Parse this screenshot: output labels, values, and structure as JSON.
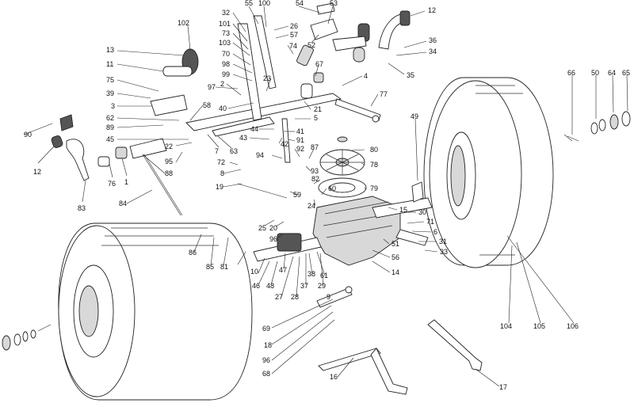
{
  "diagram": {
    "labels": [
      {
        "id": "102",
        "text": "102"
      },
      {
        "id": "13",
        "text": "13"
      },
      {
        "id": "11",
        "text": "11"
      },
      {
        "id": "75",
        "text": "75"
      },
      {
        "id": "39",
        "text": "39"
      },
      {
        "id": "3",
        "text": "3"
      },
      {
        "id": "62",
        "text": "62"
      },
      {
        "id": "89",
        "text": "89"
      },
      {
        "id": "45",
        "text": "45"
      },
      {
        "id": "90",
        "text": "90"
      },
      {
        "id": "12a",
        "text": "12"
      },
      {
        "id": "83",
        "text": "83"
      },
      {
        "id": "76",
        "text": "76"
      },
      {
        "id": "1",
        "text": "1"
      },
      {
        "id": "88",
        "text": "88"
      },
      {
        "id": "84",
        "text": "84"
      },
      {
        "id": "22",
        "text": "22"
      },
      {
        "id": "95",
        "text": "95"
      },
      {
        "id": "58",
        "text": "58"
      },
      {
        "id": "7",
        "text": "7"
      },
      {
        "id": "63",
        "text": "63"
      },
      {
        "id": "32",
        "text": "32"
      },
      {
        "id": "101",
        "text": "101"
      },
      {
        "id": "73",
        "text": "73"
      },
      {
        "id": "103",
        "text": "103"
      },
      {
        "id": "70",
        "text": "70"
      },
      {
        "id": "98",
        "text": "98"
      },
      {
        "id": "99",
        "text": "99"
      },
      {
        "id": "97",
        "text": "97"
      },
      {
        "id": "2",
        "text": "2"
      },
      {
        "id": "40",
        "text": "40"
      },
      {
        "id": "55",
        "text": "55"
      },
      {
        "id": "100",
        "text": "100"
      },
      {
        "id": "26",
        "text": "26"
      },
      {
        "id": "57",
        "text": "57"
      },
      {
        "id": "74",
        "text": "74"
      },
      {
        "id": "23",
        "text": "23"
      },
      {
        "id": "54",
        "text": "54"
      },
      {
        "id": "53",
        "text": "53"
      },
      {
        "id": "52",
        "text": "52"
      },
      {
        "id": "12b",
        "text": "12"
      },
      {
        "id": "36",
        "text": "36"
      },
      {
        "id": "34",
        "text": "34"
      },
      {
        "id": "35",
        "text": "35"
      },
      {
        "id": "67",
        "text": "67"
      },
      {
        "id": "4",
        "text": "4"
      },
      {
        "id": "77",
        "text": "77"
      },
      {
        "id": "21",
        "text": "21"
      },
      {
        "id": "5",
        "text": "5"
      },
      {
        "id": "44",
        "text": "44"
      },
      {
        "id": "41",
        "text": "41"
      },
      {
        "id": "43",
        "text": "43"
      },
      {
        "id": "42",
        "text": "42"
      },
      {
        "id": "91",
        "text": "91"
      },
      {
        "id": "92",
        "text": "92"
      },
      {
        "id": "87",
        "text": "87"
      },
      {
        "id": "80",
        "text": "80"
      },
      {
        "id": "78",
        "text": "78"
      },
      {
        "id": "93",
        "text": "93"
      },
      {
        "id": "94",
        "text": "94"
      },
      {
        "id": "72",
        "text": "72"
      },
      {
        "id": "8",
        "text": "8"
      },
      {
        "id": "19",
        "text": "19"
      },
      {
        "id": "82",
        "text": "82"
      },
      {
        "id": "59",
        "text": "59"
      },
      {
        "id": "60",
        "text": "60"
      },
      {
        "id": "24",
        "text": "24"
      },
      {
        "id": "79",
        "text": "79"
      },
      {
        "id": "49",
        "text": "49"
      },
      {
        "id": "66",
        "text": "66"
      },
      {
        "id": "50",
        "text": "50"
      },
      {
        "id": "64",
        "text": "64"
      },
      {
        "id": "65",
        "text": "65"
      },
      {
        "id": "15",
        "text": "15"
      },
      {
        "id": "30",
        "text": "30"
      },
      {
        "id": "71",
        "text": "71"
      },
      {
        "id": "6",
        "text": "6"
      },
      {
        "id": "31",
        "text": "31"
      },
      {
        "id": "33",
        "text": "33"
      },
      {
        "id": "51",
        "text": "51"
      },
      {
        "id": "56",
        "text": "56"
      },
      {
        "id": "14",
        "text": "14"
      },
      {
        "id": "25",
        "text": "25"
      },
      {
        "id": "20",
        "text": "20"
      },
      {
        "id": "96a",
        "text": "96"
      },
      {
        "id": "86",
        "text": "86"
      },
      {
        "id": "85",
        "text": "85"
      },
      {
        "id": "81",
        "text": "81"
      },
      {
        "id": "10",
        "text": "10"
      },
      {
        "id": "46",
        "text": "46"
      },
      {
        "id": "48",
        "text": "48"
      },
      {
        "id": "47",
        "text": "47"
      },
      {
        "id": "27",
        "text": "27"
      },
      {
        "id": "28",
        "text": "28"
      },
      {
        "id": "37",
        "text": "37"
      },
      {
        "id": "38",
        "text": "38"
      },
      {
        "id": "61",
        "text": "61"
      },
      {
        "id": "29",
        "text": "29"
      },
      {
        "id": "9",
        "text": "9"
      },
      {
        "id": "69",
        "text": "69"
      },
      {
        "id": "18",
        "text": "18"
      },
      {
        "id": "96b",
        "text": "96"
      },
      {
        "id": "68",
        "text": "68"
      },
      {
        "id": "16",
        "text": "16"
      },
      {
        "id": "17",
        "text": "17"
      },
      {
        "id": "104",
        "text": "104"
      },
      {
        "id": "105",
        "text": "105"
      },
      {
        "id": "106",
        "text": "106"
      }
    ]
  }
}
